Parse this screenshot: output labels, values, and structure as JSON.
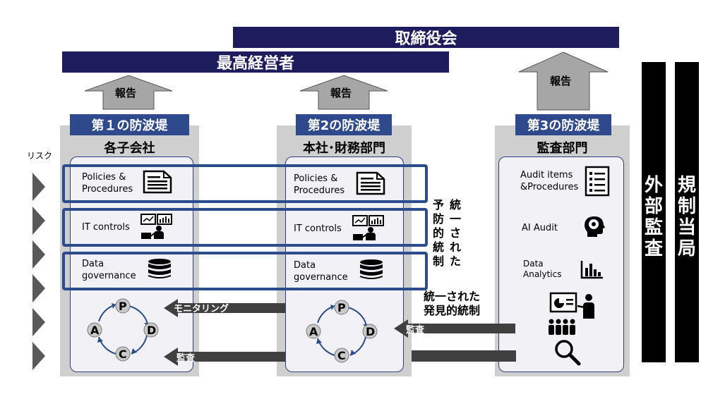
{
  "top": {
    "board": "取締役会",
    "management": "最高経営者"
  },
  "report_label": "報告",
  "risk_label": "リスク",
  "lines": [
    {
      "header": "第１の防波堤",
      "title": "各子会社"
    },
    {
      "header": "第2の防波堤",
      "title": "本社･財務部門"
    },
    {
      "header": "第3の防波堤",
      "title": "監査部門"
    }
  ],
  "controls": {
    "policies": [
      "Policies &",
      "Procedures"
    ],
    "it": "IT controls",
    "data_gov": [
      "Data",
      "governance"
    ]
  },
  "audit": {
    "items": [
      "Audit items",
      "&Procedures"
    ],
    "ai": "AI  Audit",
    "analytics": [
      "Data",
      "Analytics"
    ]
  },
  "pdca": [
    "P",
    "D",
    "C",
    "A"
  ],
  "flows": {
    "monitoring": "モニタリング",
    "audit1": "監査",
    "audit2": "監査"
  },
  "notes": {
    "unified_detective": [
      "統一された",
      "発見的統制"
    ],
    "preventive_col1": [
      "予",
      "防",
      "的",
      "統",
      "制"
    ],
    "preventive_col2": [
      "統",
      "一",
      "さ",
      "れ",
      "た"
    ]
  },
  "external": {
    "external_audit": [
      "外",
      "部",
      "監",
      "査"
    ],
    "regulator": [
      "規",
      "制",
      "当",
      "局"
    ]
  }
}
